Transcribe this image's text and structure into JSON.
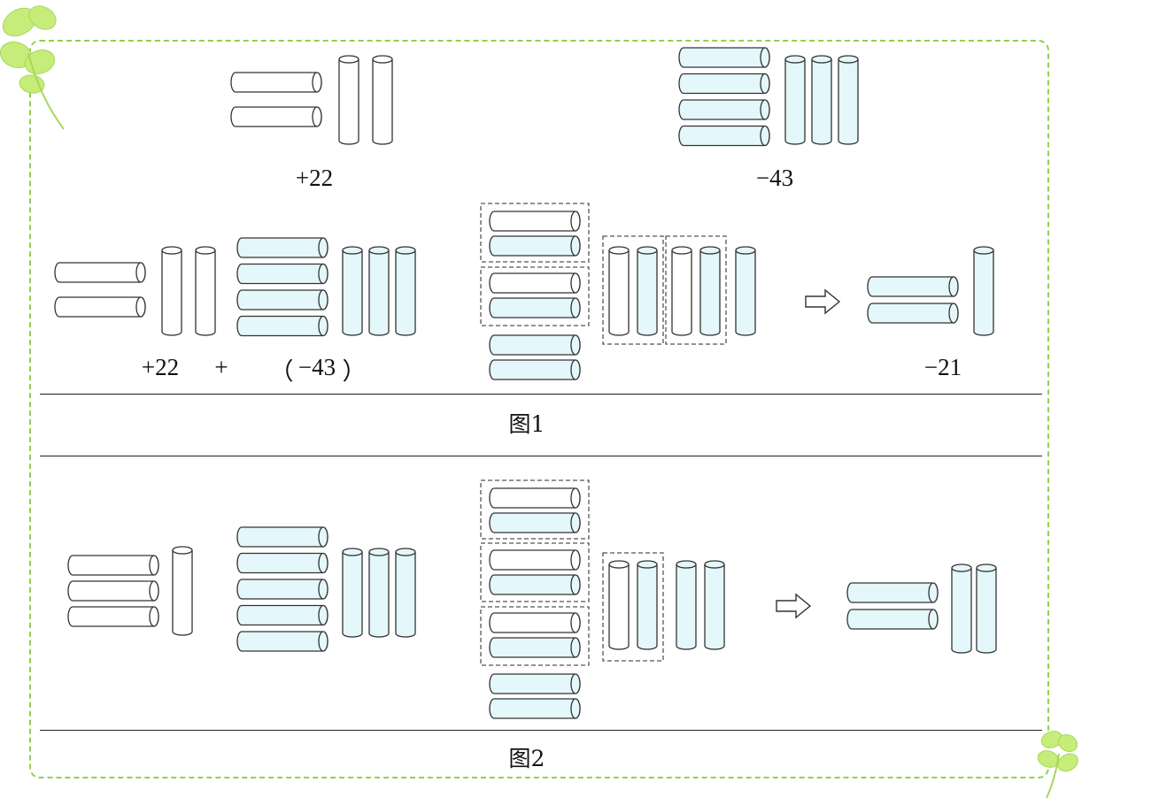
{
  "figure1": {
    "caption": "图1",
    "label_pos": "+22",
    "label_neg": "−43",
    "expr_a": "+22",
    "expr_plus": "+",
    "expr_paren_open": "（",
    "expr_b": "−43",
    "expr_paren_close": "）",
    "result": "−21"
  },
  "figure2": {
    "caption": "图2"
  },
  "colors": {
    "positive_fill": "#ffffff",
    "negative_fill": "#e4f7fb",
    "stroke": "#333333",
    "frame": "#8fd14f"
  }
}
